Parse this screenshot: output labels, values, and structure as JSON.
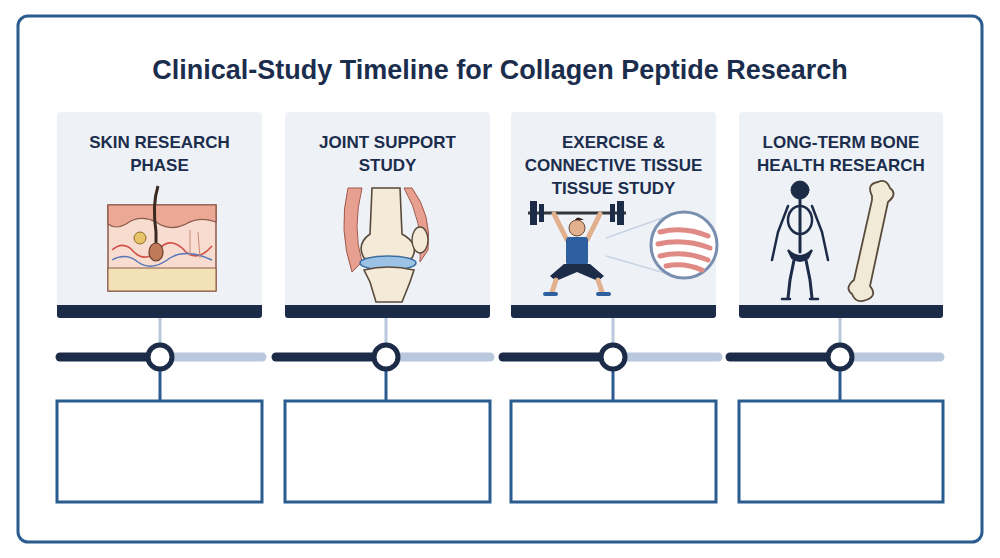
{
  "diagram": {
    "title": "Clinical-Study Timeline for Collagen Peptide Research",
    "nodes": [
      {
        "text": [
          "SKIN RESEARCH PHASE"
        ]
      },
      {
        "text": [
          "JOINT SUPPORT STUDY"
        ]
      },
      {
        "text": [
          "EXERCISE & CONNECTIVE TISSUE TISSUE STUDY"
        ]
      },
      {
        "text": [
          "LONG-TERM BONE HEALTH RESEARCH"
        ]
      }
    ]
  }
}
